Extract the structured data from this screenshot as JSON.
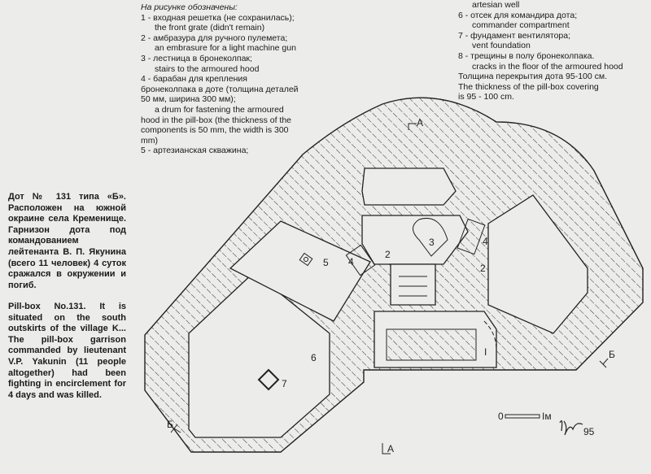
{
  "legend": {
    "heading": "На рисунке обозначены:",
    "items": [
      {
        "ru": "1 - входная решетка (не сохранилась);",
        "en": "the front grate (didn't remain)"
      },
      {
        "ru": "2 - амбразура для ручного пулемета;",
        "en": "an embrasure for a light machine gun"
      },
      {
        "ru": "3 - лестница в бронеколпак;",
        "en": "stairs to the armoured hood"
      },
      {
        "ru": "4 - барабан для крепления бронеколпака в доте (толщина деталей 50 мм,  ширина 300 мм);",
        "en": "a drum for fastening the armoured hood in the pill-box (the thickness of the components is 50 mm,  the width is 300 mm)"
      },
      {
        "ru": "5 - артезианская скважина;",
        "en": "artesian well"
      },
      {
        "ru": "6 - отсек для командира дота;",
        "en": "commander compartment"
      },
      {
        "ru": "7 - фундамент вентилятора;",
        "en": "vent foundation"
      },
      {
        "ru": "8 - трещины в полу бронеколпака.",
        "en": "cracks in the floor of the armoured hood"
      }
    ],
    "thickness_ru": "Толщина перекрытия дота 95-100 см.",
    "thickness_en": "The thickness of the pill-box covering is 95 - 100 cm."
  },
  "description": {
    "ru": "Дот № 131 типа «Б». Расположен на южной окраине села Кременище. Гарнизон дота под командованием лейтенанта В. П. Якунина (всего 11 человек) 4 суток сражался в окружении и погиб.",
    "en": "Pill-box No.131. It is situated on the south outskirts of the village K... The pill-box garrison commanded by lieutenant V.P. Yakunin (11 people altogether) had been fighting in encirclement for 4 days and was killed."
  },
  "plan": {
    "labels": {
      "n1": "I",
      "n2a": "2",
      "n2b": "2",
      "n3": "3",
      "n4a": "4",
      "n4b": "4",
      "n5": "5",
      "n6": "6",
      "n7": "7"
    },
    "section_a": "А",
    "section_b": "Б",
    "scale_start": "0",
    "scale_end": "Iм",
    "signature_year": "95"
  }
}
